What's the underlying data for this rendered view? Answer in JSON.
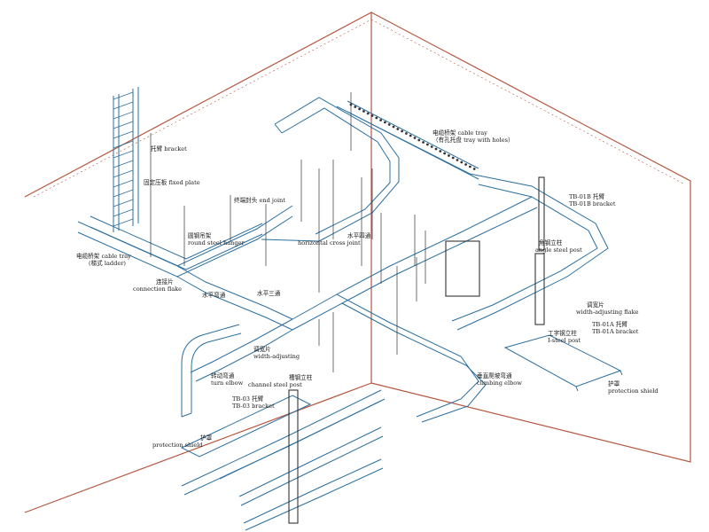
{
  "colors": {
    "wall": "#b5573f",
    "tray": "#2b6f9e",
    "line": "#333333",
    "background": "#ffffff"
  },
  "labels": {
    "bracket": {
      "cn": "托臂 bracket"
    },
    "fixed_plate": {
      "cn": "固定压板 fixed plate"
    },
    "round_steel_hanger": {
      "cn": "圆钢吊架",
      "en": "round steel hanger"
    },
    "cable_tray_ladder": {
      "cn": "电缆桥架 cable tray",
      "en": "(梯式 ladder)"
    },
    "connection_flake": {
      "cn": "连接片",
      "en": "connection flake"
    },
    "horizontal_elbow": {
      "cn": "水平弯通"
    },
    "horizontal_tee": {
      "cn": "水平三通"
    },
    "end_joint": {
      "cn": "终端封头 end joint"
    },
    "horizontal_cross": {
      "cn": "水平四通",
      "en": "horizontal cross joint"
    },
    "cable_tray_holes": {
      "cn": "电缆桥架 cable tray",
      "en": "（有孔托盘 tray with holes）"
    },
    "tb01b_bracket": {
      "cn": "TB-01B 托臂",
      "en": "TB-01B bracket"
    },
    "angle_steel_post": {
      "cn": "角钢立柱",
      "en": "angle steel post"
    },
    "width_adjusting_flake": {
      "cn": "调宽片",
      "en": "width-adjusting flake"
    },
    "tb01a_bracket": {
      "cn": "TB-01A 托臂",
      "en": "TB-01A bracket"
    },
    "i_steel_post": {
      "cn": "工字钢立柱",
      "en": "I-steel post"
    },
    "protection_shield_right": {
      "cn": "护罩",
      "en": "protection shield"
    },
    "climbing_elbow": {
      "cn": "垂直爬坡弯通",
      "en": "climbing elbow"
    },
    "width_adjusting": {
      "cn": "调宽片",
      "en": "width-adjusting"
    },
    "turn_elbow": {
      "cn": "转动弯通",
      "en": "turn elbow"
    },
    "channel_steel_post": {
      "cn": "槽钢立柱",
      "en": "channel steel post"
    },
    "tb03_bracket": {
      "cn": "TB-03 托臂",
      "en": "TB-03 bracket"
    },
    "protection_shield_left": {
      "cn": "护罩",
      "en": "protection shield"
    }
  }
}
